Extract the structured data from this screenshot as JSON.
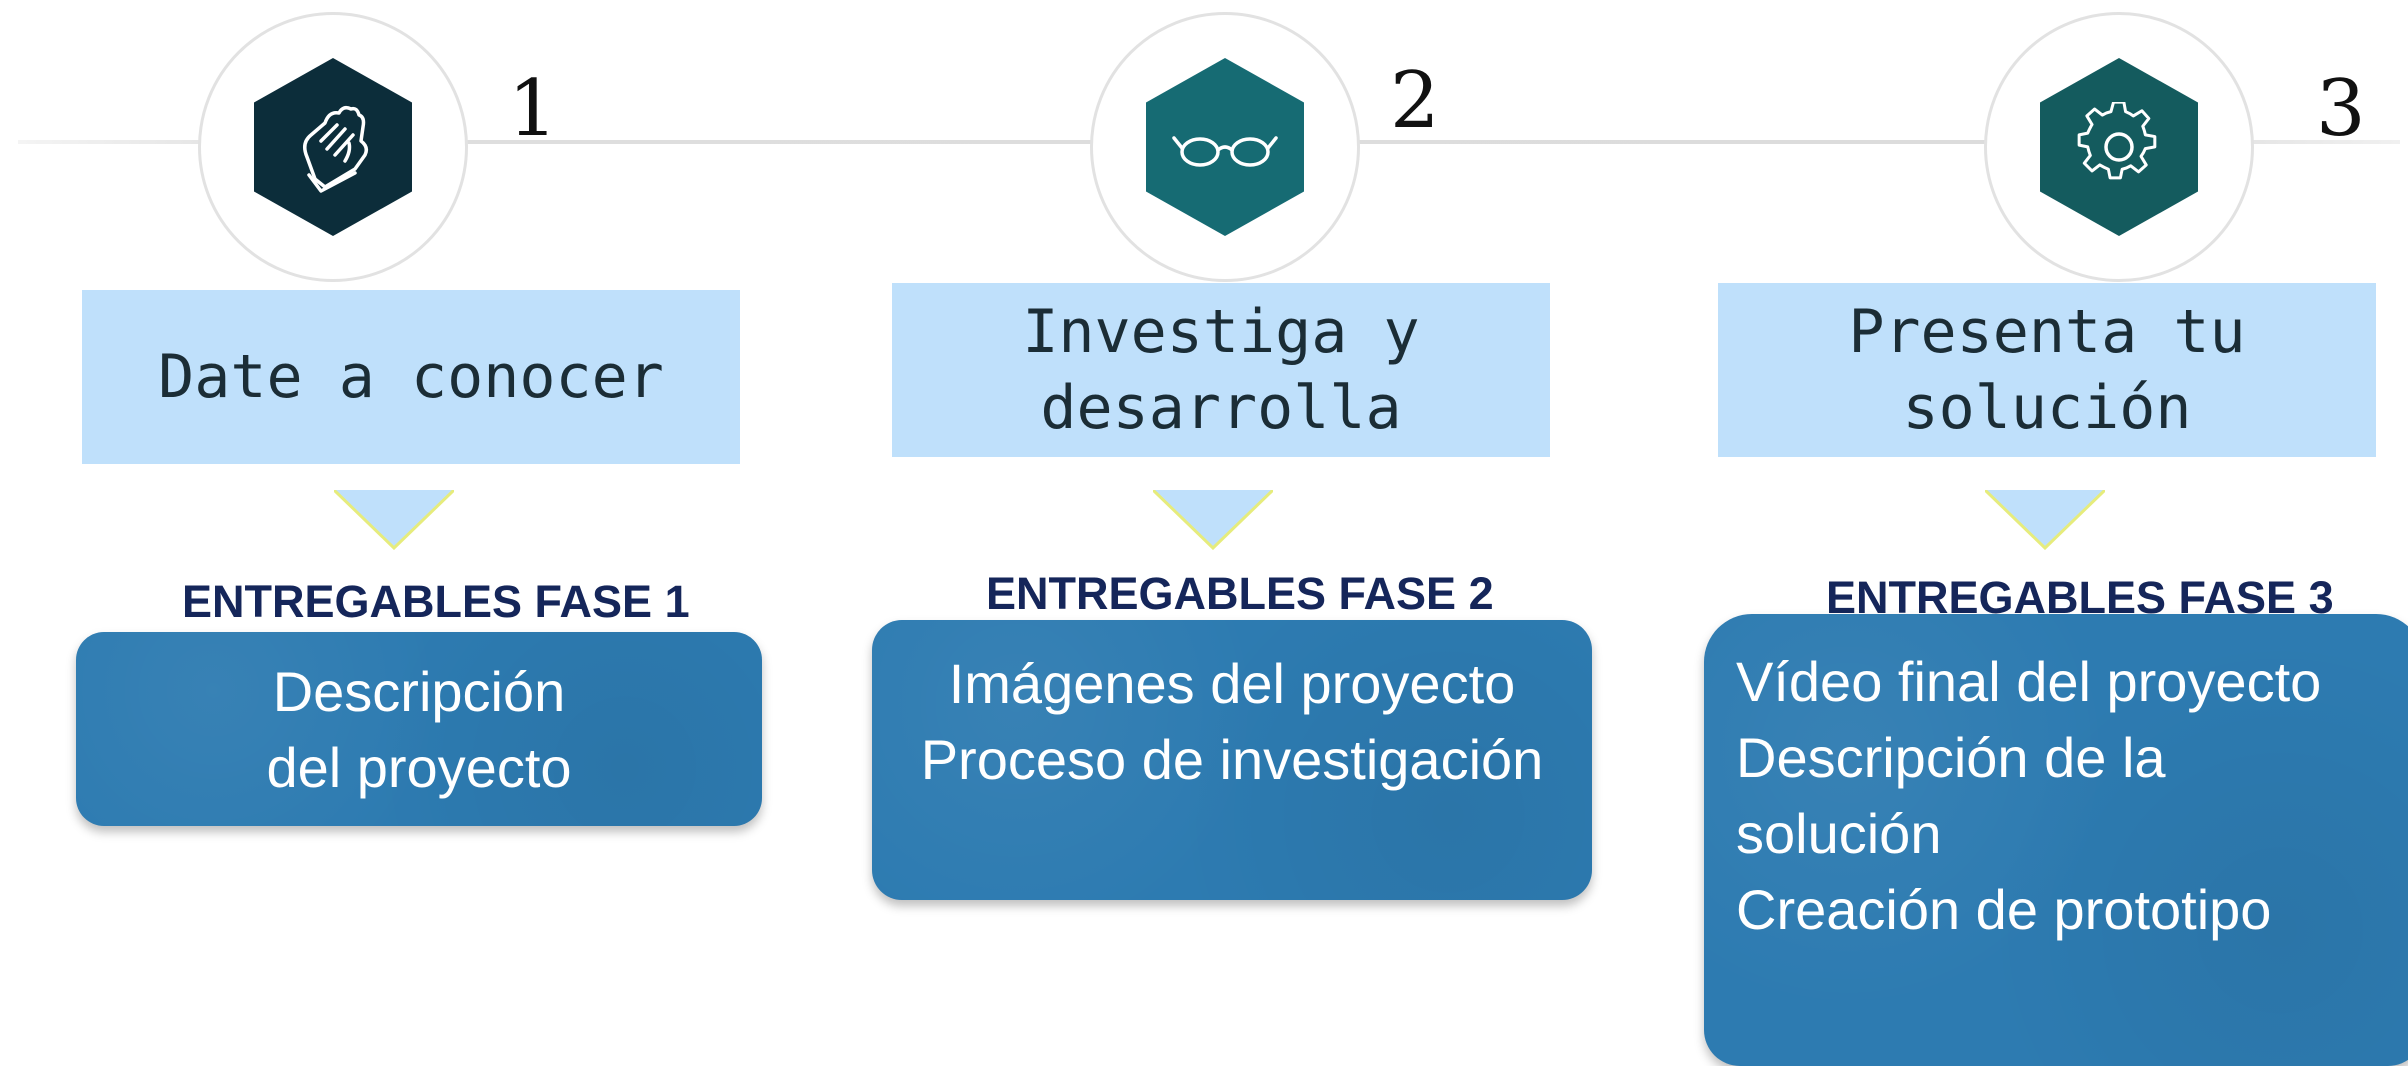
{
  "steps": [
    {
      "number": "1",
      "icon": "gloves-icon",
      "icon_color": "#0c2d3a",
      "title": "Date a conocer",
      "deliverables_heading": "ENTREGABLES  FASE 1",
      "deliverables": [
        "Descripción",
        "del proyecto"
      ]
    },
    {
      "number": "2",
      "icon": "glasses-icon",
      "icon_color": "#166b73",
      "title": "Investiga y\ndesarrolla",
      "deliverables_heading": "ENTREGABLES  FASE 2",
      "deliverables": [
        "Imágenes del proyecto",
        "Proceso de investigación"
      ]
    },
    {
      "number": "3",
      "icon": "gear-icon",
      "icon_color": "#145b5e",
      "title": "Presenta tu\nsolución",
      "deliverables_heading": "ENTREGABLES FASE 3",
      "deliverables": [
        "Vídeo final del proyecto",
        "Descripción de la",
        "solución",
        "Creación de prototipo"
      ]
    }
  ],
  "colors": {
    "title_box": "#bfe0fb",
    "deliverable_box": "#2d7bb1",
    "heading_text": "#15265a",
    "arrow_fill": "#bfe0fb",
    "arrow_edge": "#e6ec7c",
    "timeline": "#dcdcdc"
  }
}
